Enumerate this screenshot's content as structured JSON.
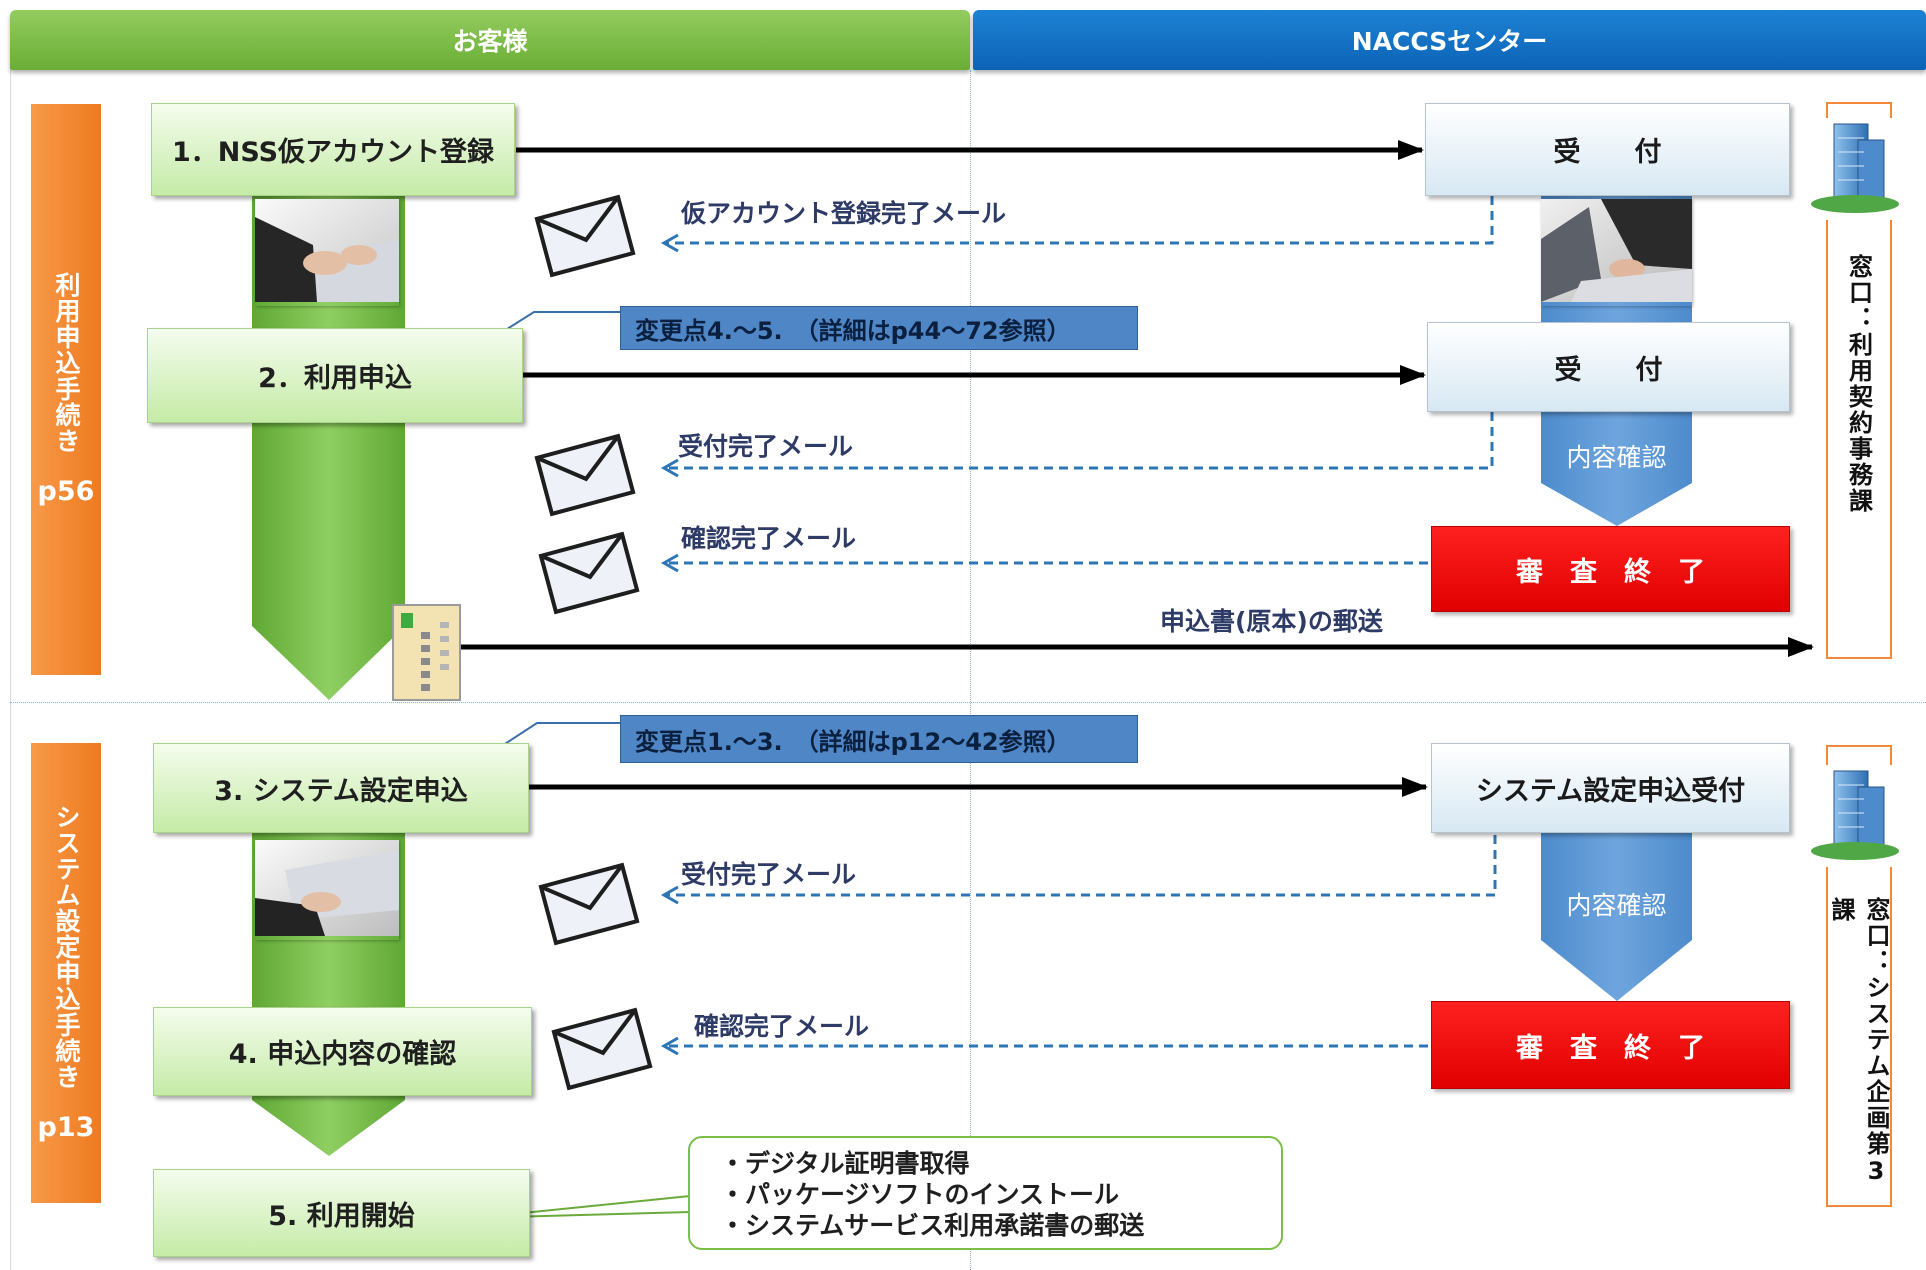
{
  "header": {
    "customer": "お客様",
    "center": "NACCSセンター"
  },
  "phases": [
    {
      "label": "利用申込手続き",
      "page": "p56"
    },
    {
      "label": "システム設定申込手続き",
      "page": "p13"
    }
  ],
  "steps": [
    {
      "label": "1．NSS仮アカウント登録"
    },
    {
      "label": "2．利用申込"
    },
    {
      "label": "3. システム設定申込"
    },
    {
      "label": "4. 申込内容の確認"
    },
    {
      "label": "5. 利用開始"
    }
  ],
  "reception": [
    {
      "label": "受　　付"
    },
    {
      "label": "受　　付"
    },
    {
      "label": "システム設定申込受付"
    }
  ],
  "review": [
    {
      "label": "審　査　終　了"
    },
    {
      "label": "審　査　終　了"
    }
  ],
  "content_check": [
    {
      "label": "内容確認"
    },
    {
      "label": "内容確認"
    }
  ],
  "mails": [
    {
      "label": "仮アカウント登録完了メール"
    },
    {
      "label": "受付完了メール"
    },
    {
      "label": "確認完了メール"
    },
    {
      "label": "受付完了メール"
    },
    {
      "label": "確認完了メール"
    }
  ],
  "changes": [
    {
      "label": "変更点4.～5.　（詳細はp44～72参照）"
    },
    {
      "label": "変更点1.～3.　（詳細はp12～42参照）"
    }
  ],
  "postal": {
    "label": "申込書(原本)の郵送"
  },
  "windows": [
    {
      "label": "窓口：利用契約事務課"
    },
    {
      "label": "窓口：システム企画第3課"
    }
  ],
  "start_tasks": [
    "・デジタル証明書取得",
    "・パッケージソフトのインストール",
    "・システムサービス利用承諾書の郵送"
  ],
  "icons": {
    "mail": "envelope-icon",
    "document": "document-icon",
    "office": "office-building-icon",
    "photo": "keyboard-typing-photo"
  },
  "colors": {
    "customer_header": "#78b844",
    "center_header": "#0f6fc6",
    "phase": "#f28530",
    "step": "#d6f2c0",
    "review": "#ff0000",
    "change": "#4f86c6",
    "mail_arrow": "#2e75b6",
    "window_border": "#f08a3a"
  }
}
